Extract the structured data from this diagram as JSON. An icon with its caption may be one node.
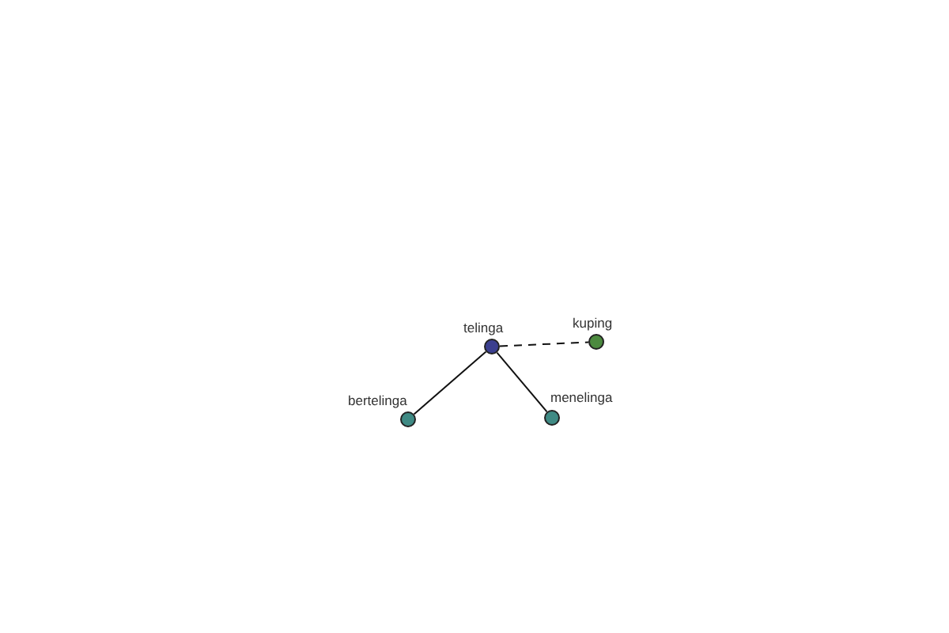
{
  "diagram": {
    "nodes": [
      {
        "text": [
          "telinga"
        ]
      },
      {
        "text": [
          "kuping"
        ]
      },
      {
        "text": [
          "bertelinga"
        ]
      },
      {
        "text": [
          "menelinga"
        ]
      }
    ],
    "edges": [
      {
        "from": 0,
        "to": 1,
        "arrow": "none",
        "style": "dashed"
      },
      {
        "from": 0,
        "to": 2,
        "arrow": "none"
      },
      {
        "from": 0,
        "to": 3,
        "arrow": "none"
      }
    ]
  }
}
